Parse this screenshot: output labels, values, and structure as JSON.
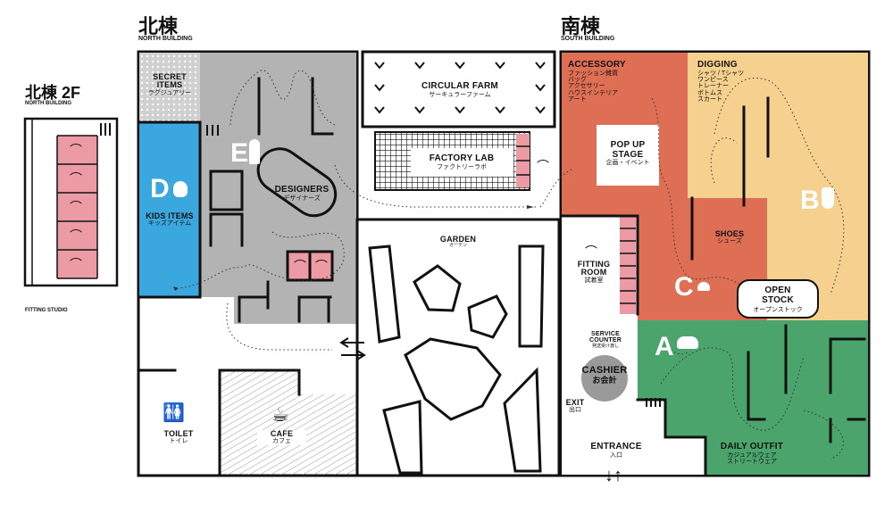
{
  "buildings": {
    "north": {
      "title": "北棟",
      "subtitle": "NORTH BUILDING"
    },
    "south": {
      "title": "南棟",
      "subtitle": "SOUTH BUILDING"
    },
    "north_2f": {
      "title": "北棟 2F",
      "subtitle": "NORTH BUILDING",
      "fitting_studio": "FITTING STUDIO"
    }
  },
  "areas": {
    "secret_items": {
      "en": "SECRET ITEMS",
      "jp": "ラグジュアリー"
    },
    "kids_items": {
      "en": "KIDS ITEMS",
      "jp": "キッズアイテム",
      "letter": "D"
    },
    "designers": {
      "en": "DESIGNERS",
      "jp": "デザイナーズ",
      "letter": "E"
    },
    "circular_farm": {
      "en": "CIRCULAR FARM",
      "jp": "サーキュラーファーム"
    },
    "factory_lab": {
      "en": "FACTORY LAB",
      "jp": "ファクトリーラボ"
    },
    "garden": {
      "en": "GARDEN",
      "jp": "ガーデン"
    },
    "toilet": {
      "en": "TOILET",
      "jp": "トイレ"
    },
    "cafe": {
      "en": "CAFE",
      "jp": "カフェ"
    },
    "accessory": {
      "en": "ACCESSORY",
      "jp_lines": [
        "ファッション雑貨",
        "バッグ",
        "アクセサリー",
        "ハウスインテリア",
        "アート"
      ]
    },
    "pop_up": {
      "en_1": "POP UP",
      "en_2": "STAGE",
      "jp": "企画・イベント"
    },
    "digging": {
      "en": "DIGGING",
      "jp_lines": [
        "シャツ / Tシャツ",
        "ワンピース",
        "トレーナー",
        "ボトムス",
        "スカート"
      ],
      "letter": "B"
    },
    "shoes": {
      "en": "SHOES",
      "jp": "シューズ",
      "letter": "C"
    },
    "open_stock": {
      "en_1": "OPEN",
      "en_2": "STOCK",
      "jp": "オープンストック"
    },
    "fitting_room": {
      "en_1": "FITTING",
      "en_2": "ROOM",
      "jp": "試着室"
    },
    "service_counter": {
      "en_1": "SERVICE",
      "en_2": "COUNTER",
      "jp": "発送受け渡し"
    },
    "cashier": {
      "en": "CASHIER",
      "jp": "お会計"
    },
    "exit": {
      "en": "EXIT",
      "jp": "出口"
    },
    "entrance": {
      "en": "ENTRANCE",
      "jp": "入口"
    },
    "daily_outfit": {
      "en": "DAILY OUTFIT",
      "jp_lines": [
        "カジュアルウェア",
        "ストリートウェア"
      ],
      "letter": "A"
    }
  },
  "colors": {
    "gray": "#b3b3b3",
    "blue": "#3aa7de",
    "pink": "#ec9aa4",
    "orange": "#de6f55",
    "yellow": "#f6d08e",
    "green": "#4aa46b",
    "light_gray": "#d8d8d8",
    "line": "#111111"
  },
  "icons": {
    "hanger": "hanger-icon",
    "toilet": "toilet-icon",
    "cafe": "coffee-cup-icon",
    "arrows": "two-way-arrow-icon"
  }
}
